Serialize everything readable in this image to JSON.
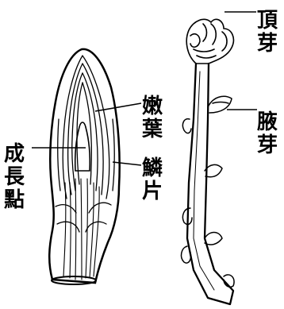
{
  "labels": {
    "terminal_bud": "頂芽",
    "young_leaves": "嫩葉",
    "growing_point": "成長點",
    "axillary_bud": "腋芽",
    "bud_scales": "鱗片"
  },
  "colors": {
    "ink": "#000000",
    "paper": "#ffffff"
  }
}
